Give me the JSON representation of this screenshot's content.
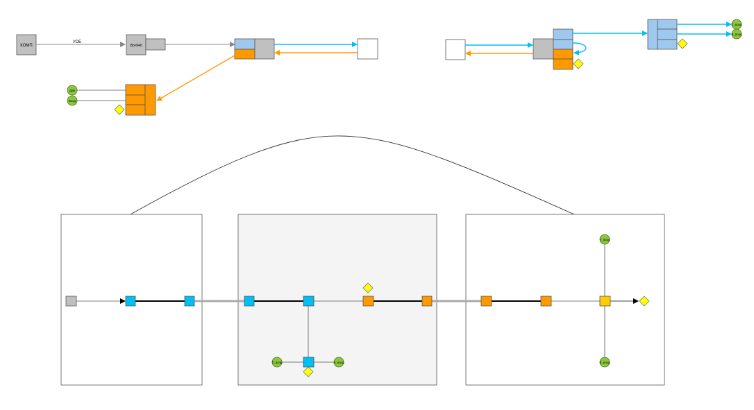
{
  "labels": {
    "komp": "КОМП",
    "yob": "УОБ",
    "vyh": "ВЫФ40",
    "dav": "Дав",
    "vozd": "Возд",
    "circ_bottom_left": "Т_возд",
    "circ_bottom_right": "Х_возд",
    "circ_right_top": "Т_возд",
    "circ_right_bottom": "Х_возд",
    "circ_top_right_1": "Т_возд",
    "circ_top_right_2": "Х_возд"
  },
  "colors": {
    "gray_block": "#c0c0c0",
    "light_blue": "#9fc8ef",
    "cyan": "#00bff3",
    "orange": "#ff9900",
    "yellow": "#ffff00",
    "green": "#8cc63f",
    "line_gray": "#999999",
    "panel_fill": "#f4f4f4"
  }
}
